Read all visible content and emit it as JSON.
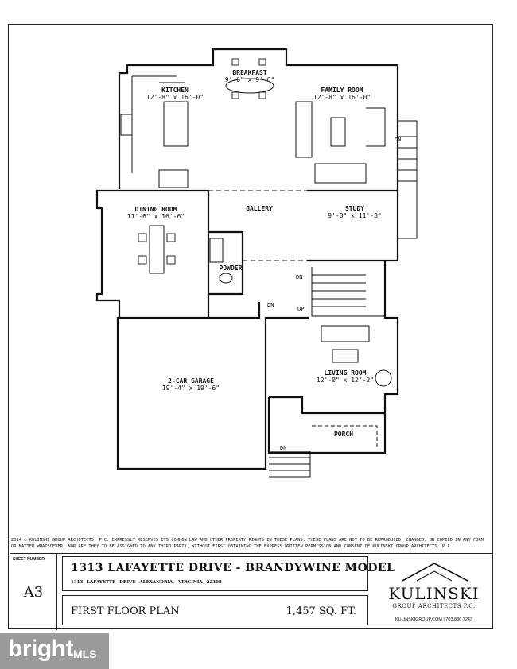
{
  "rooms": {
    "breakfast": {
      "name": "BREAKFAST",
      "dim": "9'-6\" x 9'-6\""
    },
    "kitchen": {
      "name": "KITCHEN",
      "dim": "12'-8\" x 16'-0\""
    },
    "family_room": {
      "name": "FAMILY ROOM",
      "dim": "12'-8\" x 16'-0\""
    },
    "dining_room": {
      "name": "DINING ROOM",
      "dim": "11'-6\" x 16'-6\""
    },
    "gallery": {
      "name": "GALLERY"
    },
    "study": {
      "name": "STUDY",
      "dim": "9'-0\" x 11'-8\""
    },
    "powder": {
      "name": "POWDER"
    },
    "garage": {
      "name": "2-CAR GARAGE",
      "dim": "19'-4\" x 19'-6\""
    },
    "living_room": {
      "name": "LIVING ROOM",
      "dim": "12'-0\" x 12'-2\""
    },
    "porch": {
      "name": "PORCH"
    }
  },
  "stair_marks": {
    "dn": "DN",
    "up": "UP"
  },
  "copyright_notice": "2014 © KULINSKI GROUP ARCHITECTS, P.C. EXPRESSLY RESERVES ITS COMMON LAW AND OTHER PROPERTY RIGHTS IN THESE PLANS. THESE PLANS ARE NOT TO BE REPRODUCED, CHANGED, OR COPIED IN ANY FORM OR MATTER WHATSOEVER, NOR ARE THEY TO BE ASSIGNED TO ANY THIRD PARTY, WITHOUT FIRST OBTAINING THE EXPRESS WRITTEN PERMISSION AND CONSENT OF KULINSKI GROUP ARCHITECTS, P.C.",
  "title_block": {
    "sheet_label": "SHEET NUMBER",
    "sheet_number": "A3",
    "project_title": "1313 LAFAYETTE DRIVE - BRANDYWINE MODEL",
    "project_address": "1313 LAFAYETTE DRIVE ALEXANDRIA, VIRGINIA 22308",
    "plan_name": "FIRST FLOOR PLAN",
    "sq_ft": "1,457 SQ. FT."
  },
  "logo": {
    "name": "KULINSKI",
    "subtitle": "GROUP ARCHITECTS P.C.",
    "contact": "KULINSKIGROUP.COM | 703.836.7243"
  },
  "watermark": {
    "brand": "bright",
    "suffix": "MLS"
  },
  "colors": {
    "ink": "#111111",
    "watermark_bg": "#9a9a9a"
  }
}
